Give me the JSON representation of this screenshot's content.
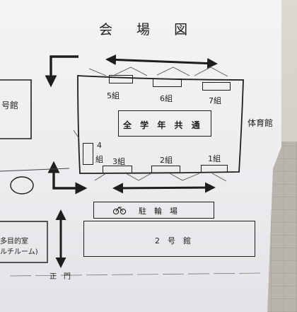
{
  "map": {
    "title": "会 場 図",
    "left_building": "号館",
    "gym": "体育館",
    "common": "全 学 年 共 通",
    "classes": {
      "c5": "5組",
      "c6": "6組",
      "c7": "7組",
      "c4_num": "4",
      "c4_unit": "組",
      "c3": "3組",
      "c2": "2組",
      "c1": "1組"
    },
    "parking": "駐　輪　場",
    "bldg2": "2　号　館",
    "multi_purpose": "多目的室",
    "multi_room": "ルチルーム)",
    "main_gate": "正　門",
    "bike_icon": "bicycle-icon"
  }
}
